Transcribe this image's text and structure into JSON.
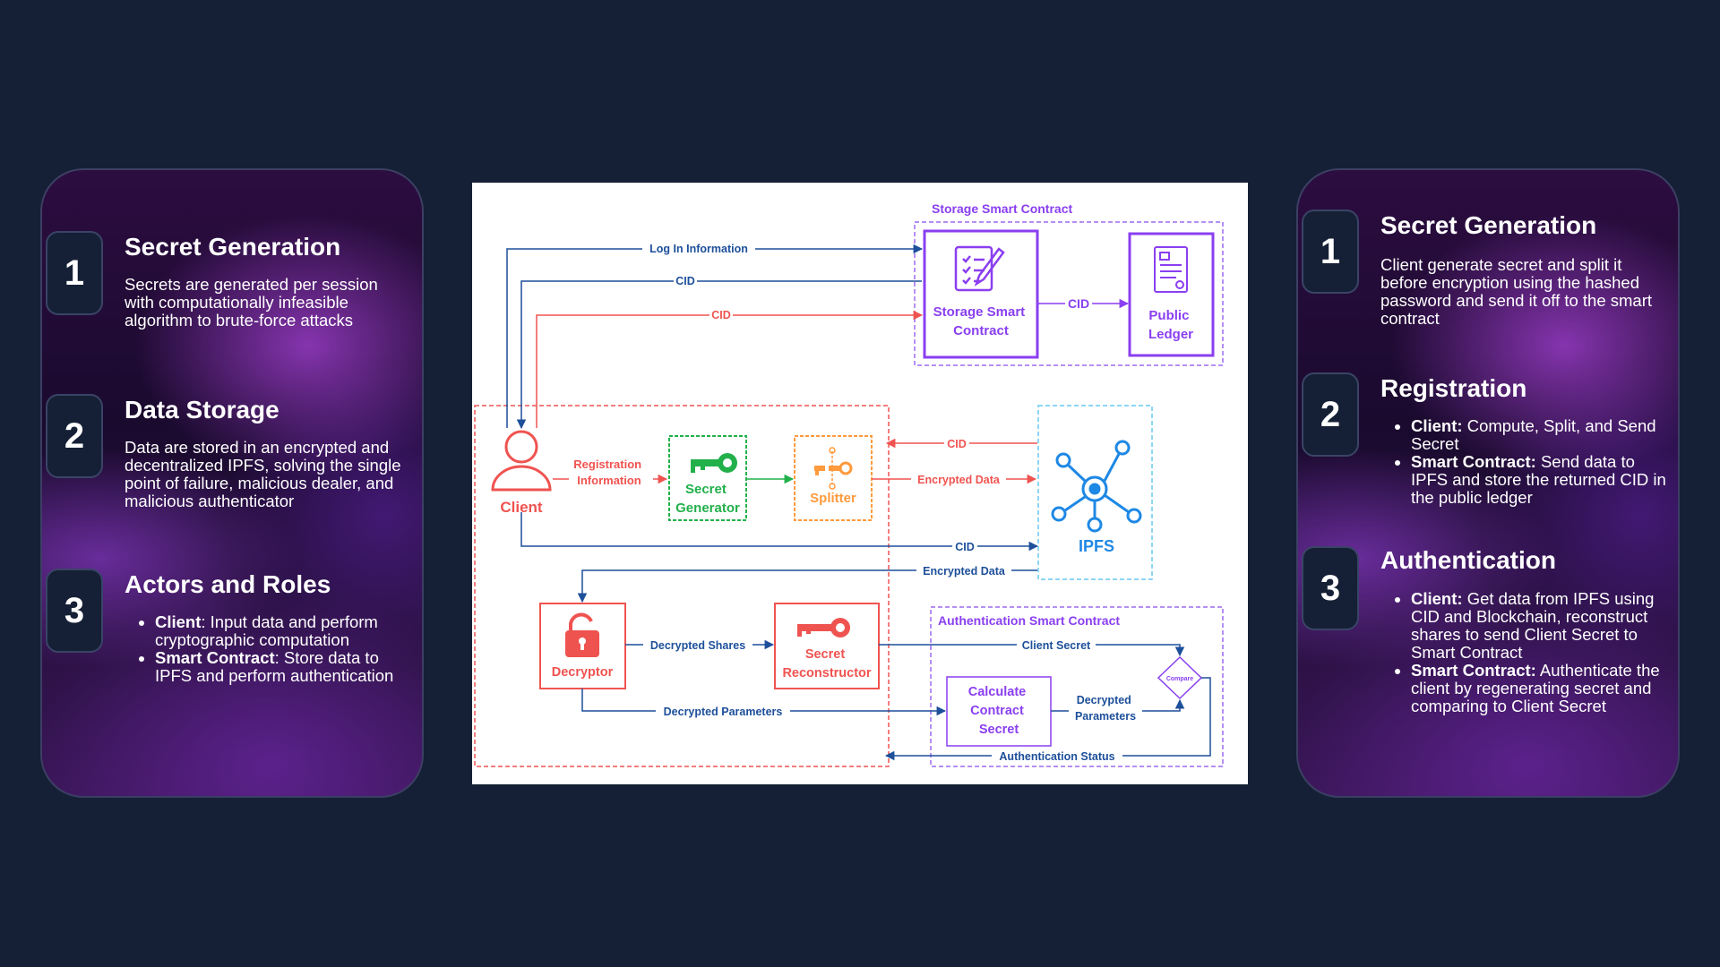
{
  "left_panel": {
    "sections": [
      {
        "number": "1",
        "title": "Secret Generation",
        "body": "Secrets are generated per session with computationally infeasible algorithm to brute-force attacks"
      },
      {
        "number": "2",
        "title": "Data Storage",
        "body": "Data are stored in an encrypted and decentralized IPFS, solving the single point of failure, malicious dealer, and malicious authenticator"
      },
      {
        "number": "3",
        "title": "Actors and Roles",
        "bullets": [
          {
            "bold": "Client",
            "text": ": Input data and perform cryptographic computation"
          },
          {
            "bold": "Smart Contract",
            "text": ": Store data to IPFS and perform authentication"
          }
        ]
      }
    ]
  },
  "right_panel": {
    "sections": [
      {
        "number": "1",
        "title": "Secret Generation",
        "body": "Client generate secret and split it before encryption using the hashed password and send it off to the smart contract"
      },
      {
        "number": "2",
        "title": "Registration",
        "bullets": [
          {
            "bold": "Client:",
            "text": " Compute, Split, and Send Secret"
          },
          {
            "bold": "Smart Contract:",
            "text": " Send data to IPFS and store the returned CID in the public ledger"
          }
        ]
      },
      {
        "number": "3",
        "title": "Authentication",
        "bullets": [
          {
            "bold": "Client:",
            "text": " Get data from IPFS using CID and Blockchain, reconstruct shares to send Client Secret to Smart Contract"
          },
          {
            "bold": "Smart Contract:",
            "text": " Authenticate the client by regenerating secret and comparing to Client Secret"
          }
        ]
      }
    ]
  },
  "diagram": {
    "storage_group_label": "Storage Smart Contract",
    "auth_group_label": "Authentication Smart Contract",
    "nodes": {
      "storage_contract": [
        "Storage Smart",
        "Contract"
      ],
      "public_ledger": [
        "Public",
        "Ledger"
      ],
      "client": "Client",
      "secret_generator": [
        "Secret",
        "Generator"
      ],
      "splitter": "Splitter",
      "ipfs": "IPFS",
      "decryptor": "Decryptor",
      "secret_reconstructor": [
        "Secret",
        "Reconstructor"
      ],
      "calculate_contract_secret": [
        "Calculate",
        "Contract",
        "Secret"
      ],
      "compare": "Compare"
    },
    "edges": {
      "log_in": "Log In Information",
      "cid_blue": "CID",
      "cid_red": "CID",
      "cid_ledger": "CID",
      "registration": [
        "Registration",
        "Information"
      ],
      "cid_from_ipfs": "CID",
      "encrypted_data_to_ipfs": "Encrypted Data",
      "cid_to_ipfs": "CID",
      "encrypted_data_from_ipfs": "Encrypted Data",
      "decrypted_shares": "Decrypted Shares",
      "client_secret": "Client Secret",
      "decrypted_parameters": "Decrypted Parameters",
      "decrypted_parameters_2": [
        "Decrypted",
        "Parameters"
      ],
      "authentication_status": "Authentication Status"
    }
  },
  "colors": {
    "blue": "#1d4f9a",
    "red": "#ef5350",
    "green": "#22b04b",
    "orange": "#ff9a3d",
    "purple": "#8a3ff0",
    "ipfs": "#1e88e5",
    "cyan": "#67c8f0",
    "panel_bg": "#152036"
  }
}
